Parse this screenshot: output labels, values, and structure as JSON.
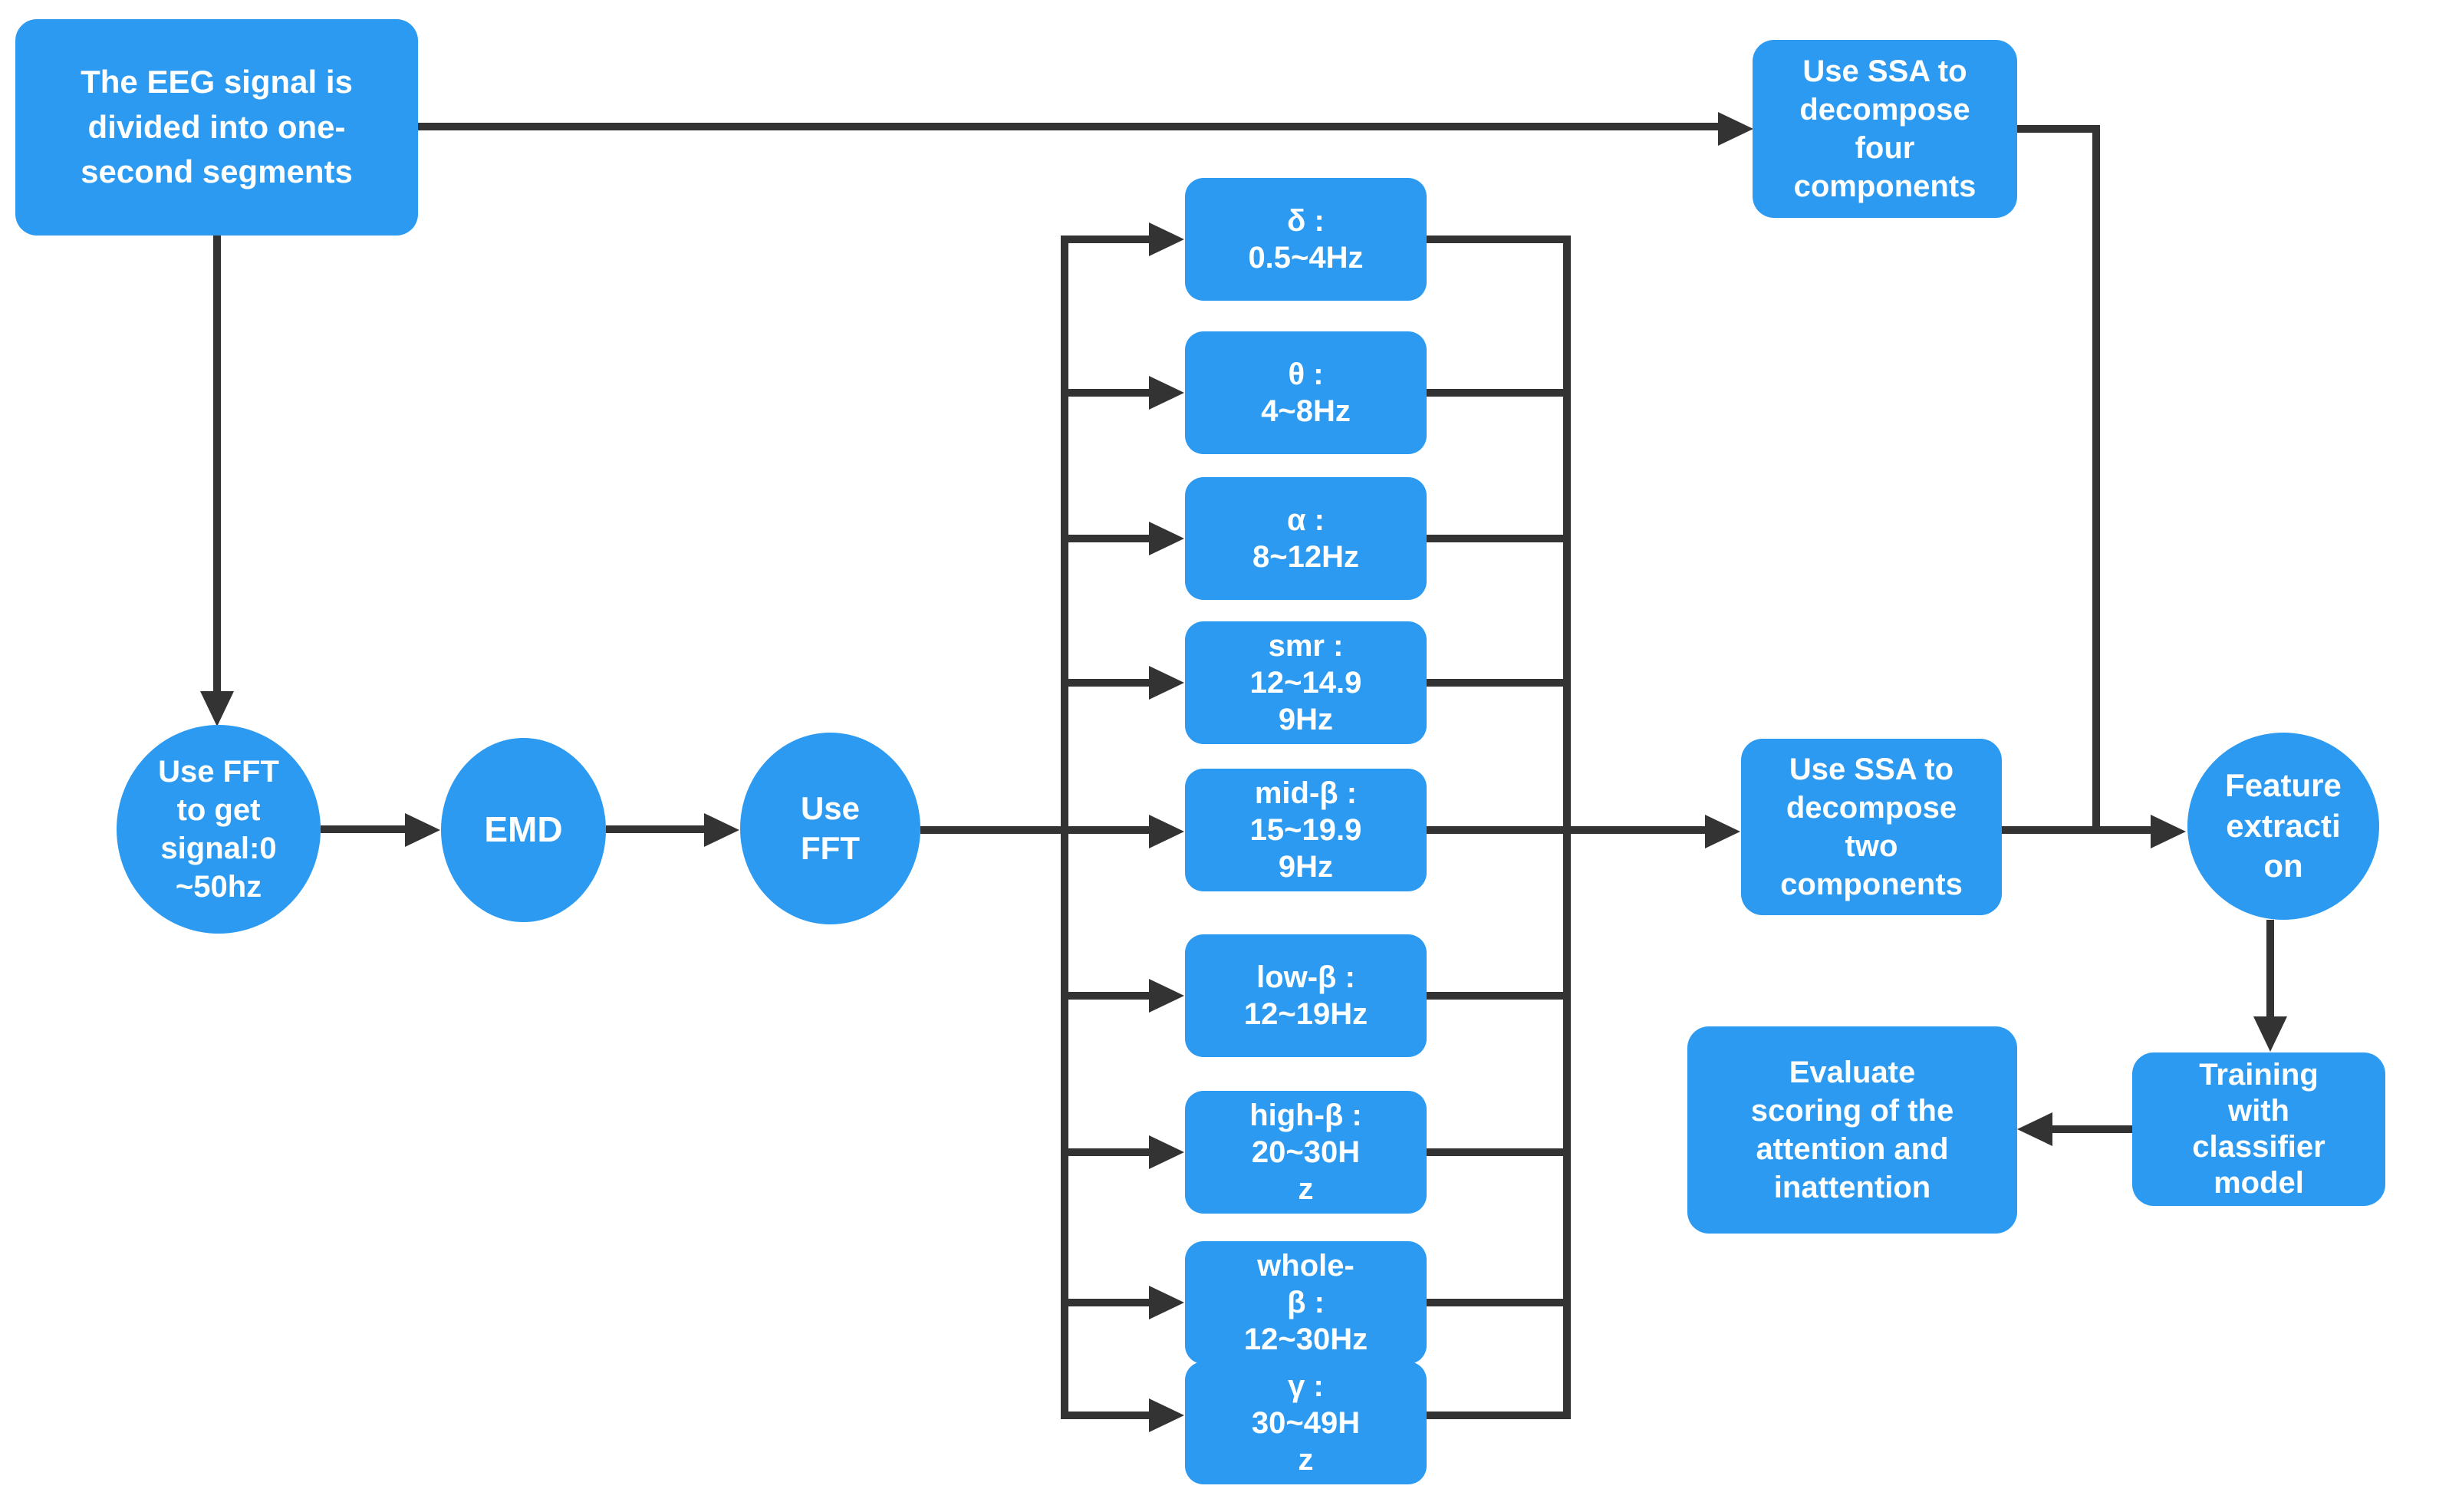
{
  "colors": {
    "node_fill": "#2B9AF0",
    "node_text": "#FFFFFF",
    "connector": "#333333",
    "background": "#FFFFFF"
  },
  "nodes": {
    "eeg_segment": {
      "shape": "rounded-rect",
      "label": "The EEG signal is\ndivided into one-\nsecond segments"
    },
    "fft_signal": {
      "shape": "circle",
      "label": "Use FFT\nto get\nsignal:0\n~50hz"
    },
    "emd": {
      "shape": "circle",
      "label": "EMD"
    },
    "use_fft": {
      "shape": "circle",
      "label": "Use\nFFT"
    },
    "ssa_four": {
      "shape": "rounded-rect",
      "label": "Use SSA to\ndecompose\nfour\ncomponents"
    },
    "ssa_two": {
      "shape": "rounded-rect",
      "label": "Use SSA to\ndecompose\ntwo\ncomponents"
    },
    "feature_extraction": {
      "shape": "circle",
      "label": "Feature\nextracti\non"
    },
    "training": {
      "shape": "rounded-rect",
      "label": "Training\nwith\nclassifier\nmodel"
    },
    "evaluate": {
      "shape": "rounded-rect",
      "label": "Evaluate\nscoring of the\nattention and\ninattention"
    }
  },
  "frequency_bands": [
    {
      "label": "δ :\n0.5~4Hz"
    },
    {
      "label": "θ :\n4~8Hz"
    },
    {
      "label": "α :\n8~12Hz"
    },
    {
      "label": "smr :\n12~14.9\n9Hz"
    },
    {
      "label": "mid-β :\n15~19.9\n9Hz"
    },
    {
      "label": "low-β :\n12~19Hz"
    },
    {
      "label": "high-β :\n20~30H\nz"
    },
    {
      "label": "whole-\nβ :\n12~30Hz"
    },
    {
      "label": "γ :\n30~49H\nz"
    }
  ]
}
